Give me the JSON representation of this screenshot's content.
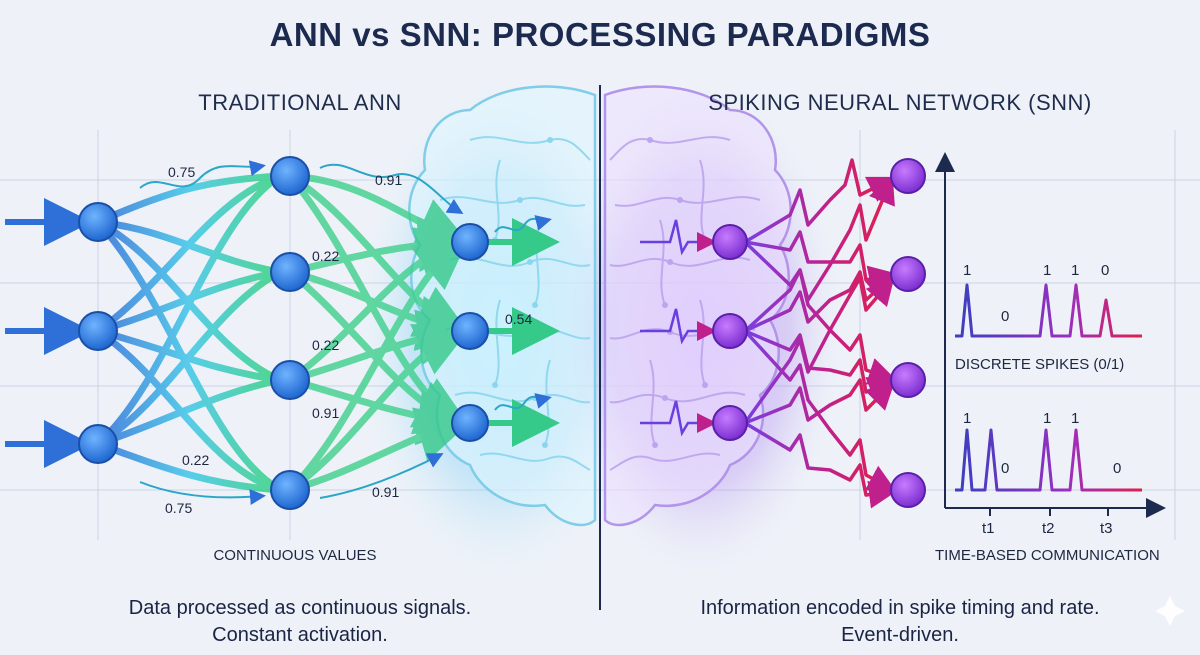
{
  "title": "ANN vs SNN: PROCESSING PARADIGMS",
  "ann": {
    "subtitle": "TRADITIONAL ANN",
    "caption": "CONTINUOUS VALUES",
    "description_line1": "Data processed as continuous signals.",
    "description_line2": "Constant activation.",
    "weights": [
      "0.75",
      "0.91",
      "0.22",
      "0.22",
      "0.54",
      "0.91",
      "0.22",
      "0.91",
      "0.75"
    ],
    "colors": {
      "blue": "#2f6fd8",
      "cyan": "#3ec6e8",
      "green": "#35d27a",
      "node": "#2a7fe0"
    }
  },
  "snn": {
    "subtitle": "SPIKING NEURAL NETWORK (SNN)",
    "caption_spikes": "DISCRETE SPIKES (0/1)",
    "caption_time": "TIME-BASED COMMUNICATION",
    "description_line1": "Information encoded in spike timing and rate.",
    "description_line2": "Event-driven.",
    "top_trace_labels": [
      "1",
      "0",
      "1",
      "1",
      "0"
    ],
    "bottom_trace_labels": [
      "1",
      "0",
      "1",
      "1",
      "0"
    ],
    "time_ticks": [
      "t1",
      "t2",
      "t3"
    ],
    "colors": {
      "purple": "#7a3fe0",
      "magenta": "#c0208c",
      "red": "#e0204a",
      "node": "#9b3fd8"
    }
  }
}
